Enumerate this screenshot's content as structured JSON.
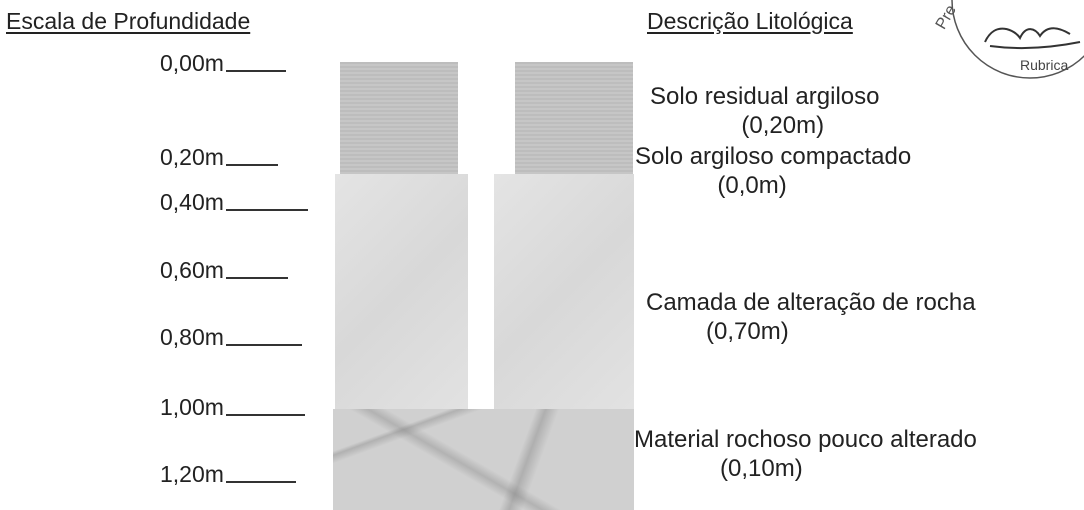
{
  "headers": {
    "scale": "Escala de Profundidade",
    "description": "Descrição Litológica"
  },
  "scale_ticks": [
    "0,00m",
    "0,20m",
    "0,40m",
    "0,60m",
    "0,80m",
    "1,00m",
    "1,20m"
  ],
  "layers": [
    {
      "name": "Solo residual argiloso",
      "thickness": "(0,20m)"
    },
    {
      "name": "Solo argiloso compactado",
      "thickness": "(0,0m)"
    },
    {
      "name": "Camada de alteração de rocha",
      "thickness": "(0,70m)"
    },
    {
      "name": "Material rochoso pouco alterado",
      "thickness": "(0,10m)"
    }
  ],
  "stamp": {
    "partial_text": "Pre",
    "label": "Rubrica"
  }
}
